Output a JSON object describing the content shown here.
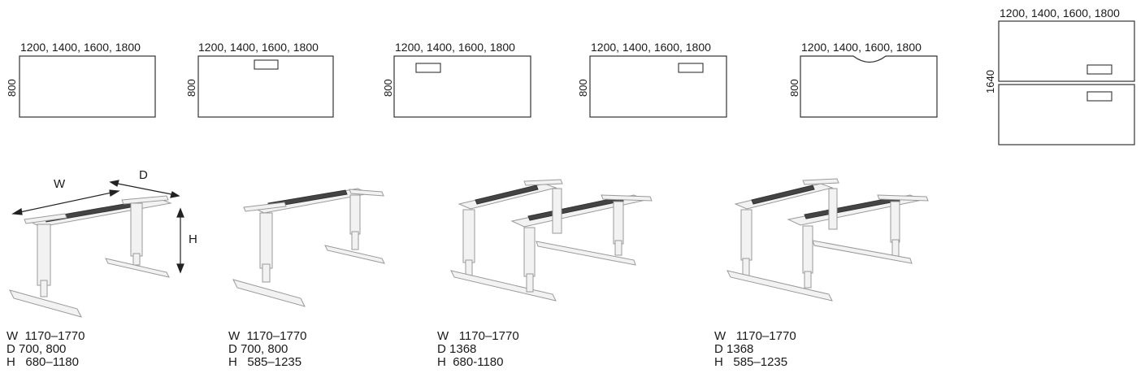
{
  "tops": [
    {
      "width_label": "1200, 1400, 1600, 1800",
      "depth_label": "800",
      "cutout": "none"
    },
    {
      "width_label": "1200, 1400, 1600, 1800",
      "depth_label": "800",
      "cutout": "center"
    },
    {
      "width_label": "1200, 1400, 1600, 1800",
      "depth_label": "800",
      "cutout": "left"
    },
    {
      "width_label": "1200, 1400, 1600, 1800",
      "depth_label": "800",
      "cutout": "right"
    },
    {
      "width_label": "1200, 1400, 1600, 1800",
      "depth_label": "800",
      "cutout": "notch"
    },
    {
      "width_label": "1200, 1400, 1600, 1800",
      "depth_label": "1640",
      "cutout": "double"
    }
  ],
  "dimensions": {
    "w": "W",
    "d": "D",
    "h": "H"
  },
  "frames": [
    {
      "w_label": "W",
      "w_value": "1170–1770",
      "d_label": "D",
      "d_value": "700, 800",
      "h_label": "H",
      "h_value": "680–1180"
    },
    {
      "w_label": "W",
      "w_value": "1170–1770",
      "d_label": "D",
      "d_value": "700, 800",
      "h_label": "H",
      "h_value": "585–1235"
    },
    {
      "w_label": "W",
      "w_value": "1170–1770",
      "d_label": "D",
      "d_value": "1368",
      "h_label": "H",
      "h_value": "680-1180"
    },
    {
      "w_label": "W",
      "w_value": "1170–1770",
      "d_label": "D",
      "d_value": "1368",
      "h_label": "H",
      "h_value": "585–1235"
    }
  ]
}
